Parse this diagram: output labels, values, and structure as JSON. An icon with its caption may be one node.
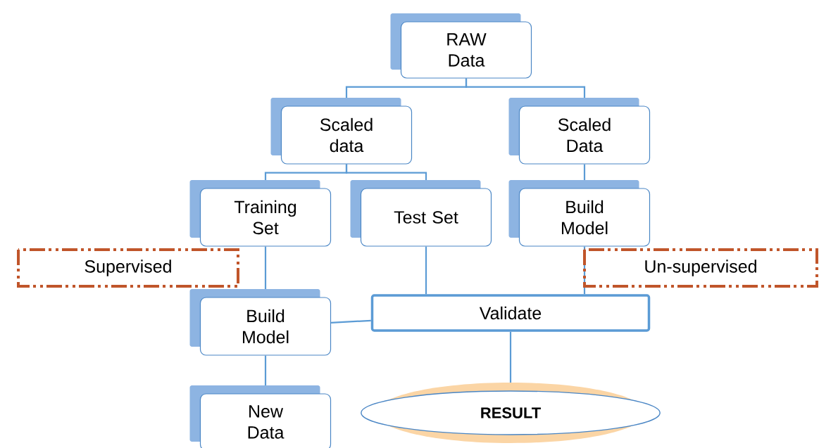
{
  "diagram": {
    "nodes": [
      {
        "text": [
          "RAW Data"
        ]
      },
      {
        "text": [
          "Scaled data"
        ]
      },
      {
        "text": [
          "Scaled Data"
        ]
      },
      {
        "text": [
          "Training Set"
        ]
      },
      {
        "text": [
          "Test Set"
        ]
      },
      {
        "text": [
          "Build Model"
        ]
      },
      {
        "text": [
          "Supervised"
        ]
      },
      {
        "text": [
          "Un-supervised"
        ]
      },
      {
        "text": [
          "Build Model"
        ]
      },
      {
        "text": [
          "Validate"
        ]
      },
      {
        "text": [
          "New Data"
        ]
      },
      {
        "text": [
          "RESULT"
        ]
      }
    ],
    "edges": [
      {
        "from": 0,
        "to": 1,
        "arrow": "none"
      },
      {
        "from": 0,
        "to": 2,
        "arrow": "none"
      },
      {
        "from": 1,
        "to": 3,
        "arrow": "none"
      },
      {
        "from": 1,
        "to": 4,
        "arrow": "none"
      },
      {
        "from": 2,
        "to": 5,
        "arrow": "none"
      },
      {
        "from": 3,
        "to": 8,
        "arrow": "none"
      },
      {
        "from": 4,
        "to": 9,
        "arrow": "none"
      },
      {
        "from": 5,
        "to": 9,
        "arrow": "none"
      },
      {
        "from": 8,
        "to": 9,
        "arrow": "none"
      },
      {
        "from": 9,
        "to": 11,
        "arrow": "none"
      },
      {
        "from": 8,
        "to": 10,
        "arrow": "none"
      }
    ]
  }
}
